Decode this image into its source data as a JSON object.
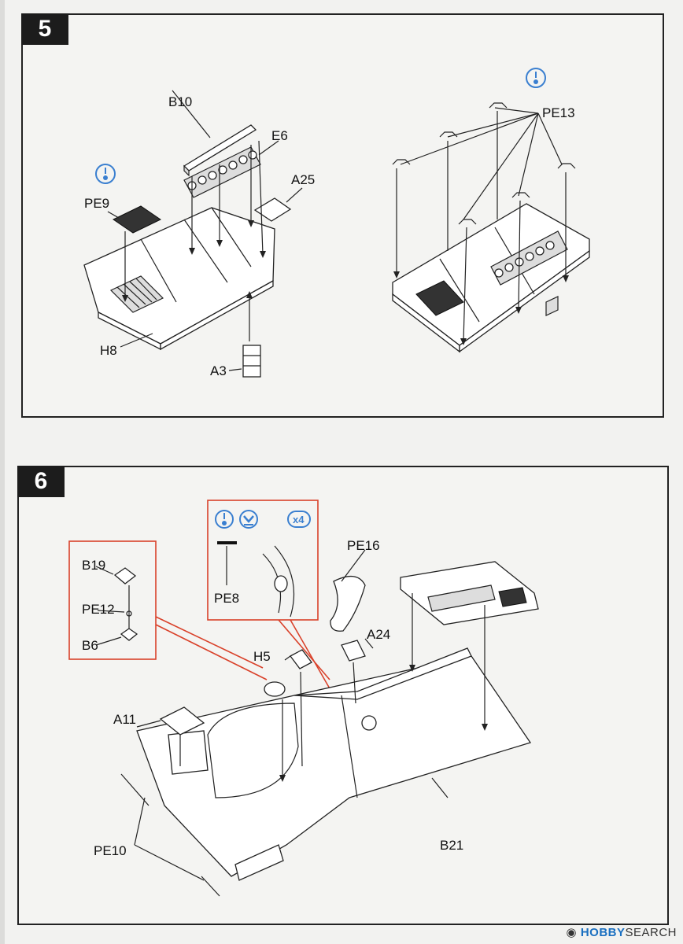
{
  "steps": [
    {
      "number": "5",
      "labels": {
        "b10": "B10",
        "e6": "E6",
        "a25": "A25",
        "pe9": "PE9",
        "h8": "H8",
        "a3": "A3",
        "pe13": "PE13"
      }
    },
    {
      "number": "6",
      "labels": {
        "b19": "B19",
        "pe12": "PE12",
        "b6": "B6",
        "pe8": "PE8",
        "multiplier": "x4",
        "pe16": "PE16",
        "h5": "H5",
        "a24": "A24",
        "a11": "A11",
        "pe10": "PE10",
        "b21": "B21"
      }
    }
  ],
  "watermark": {
    "brand": "HOBBY",
    "text": "SEARCH"
  },
  "icons": [
    "glue-drop-icon",
    "bend-down-icon"
  ],
  "colors": {
    "callout": "#d9412a",
    "icon": "#3a7fd0"
  }
}
